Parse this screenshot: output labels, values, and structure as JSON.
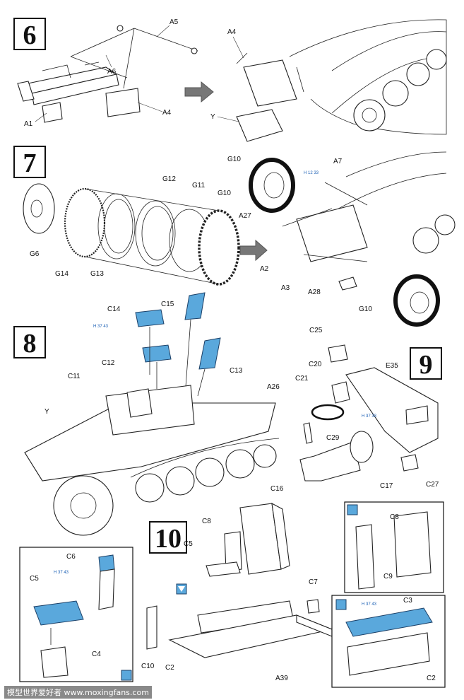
{
  "steps": {
    "s6": "6",
    "s7": "7",
    "s8": "8",
    "s9": "9",
    "s10": "10"
  },
  "step6_labels": {
    "a5": "A5",
    "a6": "A6",
    "a1": "A1",
    "a4": "A4",
    "a4b": "A4",
    "y": "Y"
  },
  "step7_labels": {
    "g6": "G6",
    "g14": "G14",
    "g13": "G13",
    "g12": "G12",
    "g11": "G11",
    "g10": "G10",
    "g10b": "G10",
    "g10c": "G10",
    "a7": "A7",
    "a27": "A27",
    "a2": "A2",
    "a3": "A3",
    "a28": "A28"
  },
  "step8_labels": {
    "c14": "C14",
    "c15": "C15",
    "c12": "C12",
    "c13": "C13",
    "c11": "C11",
    "y": "Y",
    "a26": "A26"
  },
  "step9_labels": {
    "c25": "C25",
    "c20": "C20",
    "c21": "C21",
    "e35": "E35",
    "c29": "C29",
    "c16": "C16",
    "c17": "C17",
    "c27": "C27"
  },
  "step10_labels": {
    "c8": "C8",
    "c5": "C5",
    "c6": "C6",
    "c5b": "C5",
    "c4": "C4",
    "c10": "C10",
    "c2": "C2",
    "a39": "A39",
    "c7": "C7",
    "c8b": "C8",
    "c9": "C9",
    "c3": "C3",
    "c2b": "C2"
  },
  "paint_refs": {
    "p1": "H 12 33",
    "p2": "H 37 43",
    "p3": "H 37 33",
    "p4": "H 37 43",
    "p5": "H 37 43"
  },
  "colors": {
    "paint_blue": "#5aa8dc",
    "ink": "#222222",
    "arrow_gray": "#777777"
  },
  "watermark": "模型世界爱好者 www.moxingfans.com"
}
